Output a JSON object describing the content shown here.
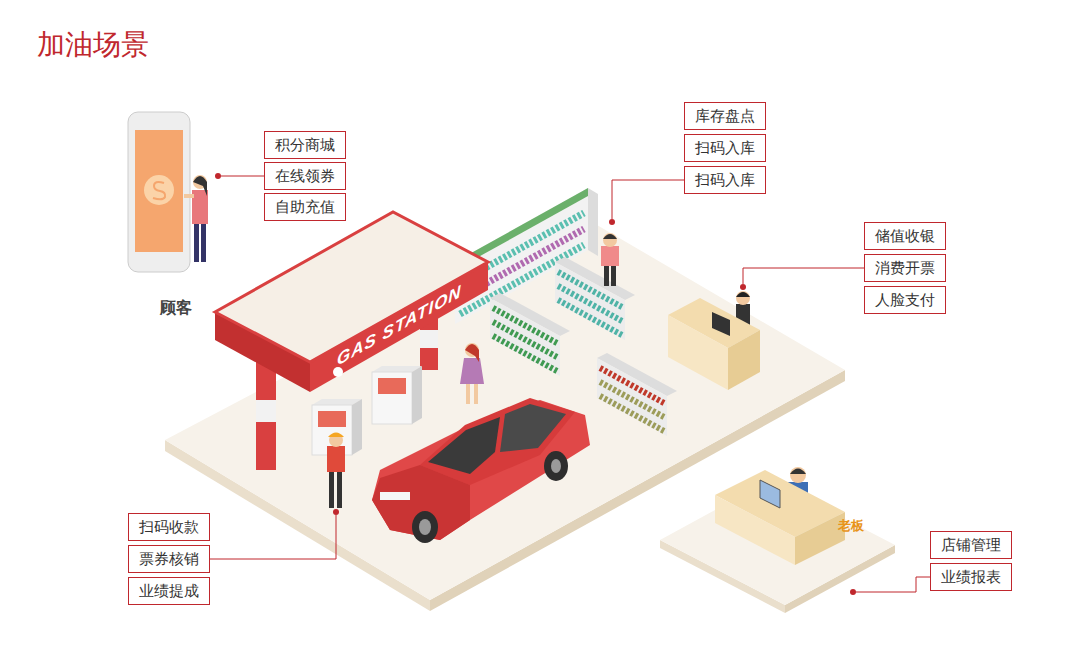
{
  "diagram": {
    "title": "加油场景",
    "nodes": [
      {
        "text": [
          "积分商城"
        ]
      },
      {
        "text": [
          "在线领券"
        ]
      },
      {
        "text": [
          "自助充值"
        ]
      },
      {
        "text": [
          "库存盘点"
        ]
      },
      {
        "text": [
          "扫码入库"
        ]
      },
      {
        "text": [
          "扫码入库"
        ]
      },
      {
        "text": [
          "储值收银"
        ]
      },
      {
        "text": [
          "消费开票"
        ]
      },
      {
        "text": [
          "人脸支付"
        ]
      },
      {
        "text": [
          "扫码收款"
        ]
      },
      {
        "text": [
          "票券核销"
        ]
      },
      {
        "text": [
          "业绩提成"
        ]
      },
      {
        "text": [
          "店铺管理"
        ]
      },
      {
        "text": [
          "业绩报表"
        ]
      }
    ],
    "labels": [
      "顾客",
      "GAS STATION",
      "老板"
    ]
  }
}
